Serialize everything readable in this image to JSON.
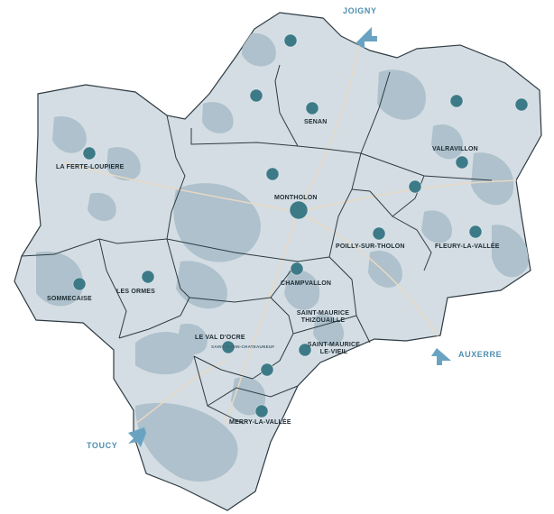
{
  "colors": {
    "land": "#d3dde3",
    "forest": "#aec1cc",
    "border": "#2e3b42",
    "dot": "#3d7a88",
    "direction": "#4f8fb0",
    "road": "#e9d9c4"
  },
  "directions": [
    {
      "id": "joigny",
      "label": "JOIGNY"
    },
    {
      "id": "auxerre",
      "label": "AUXERRE"
    },
    {
      "id": "toucy",
      "label": "TOUCY"
    }
  ],
  "communes": [
    {
      "id": "la-ferte-loupiere",
      "label": "LA FERTE-LOUPIERE"
    },
    {
      "id": "senan",
      "label": "SENAN"
    },
    {
      "id": "valravillon",
      "label": "VALRAVILLON"
    },
    {
      "id": "montholon",
      "label": "MONTHOLON"
    },
    {
      "id": "poilly-sur-tholon",
      "label": "POILLY-SUR-THOLON"
    },
    {
      "id": "fleury-la-vallee",
      "label": "FLEURY-LA-VALLÉE"
    },
    {
      "id": "sommecaise",
      "label": "SOMMECAISE"
    },
    {
      "id": "les-ormes",
      "label": "LES ORMES"
    },
    {
      "id": "champvallon",
      "label": "CHAMPVALLON"
    },
    {
      "id": "saint-aubin",
      "label": "SAINT-AUBIN-CHATEAUNEUF"
    },
    {
      "id": "saint-maurice-thizouaille",
      "label": "SAINT-MAURICE THIZOUAILLE"
    },
    {
      "id": "le-val-d-ocre",
      "label": "LE VAL D'OCRE"
    },
    {
      "id": "saint-maurice-le-vieil",
      "label": "SAINT-MAURICE LE-VIEIL"
    },
    {
      "id": "merry-la-vallee",
      "label": "MERRY-LA-VALLÉE"
    }
  ]
}
